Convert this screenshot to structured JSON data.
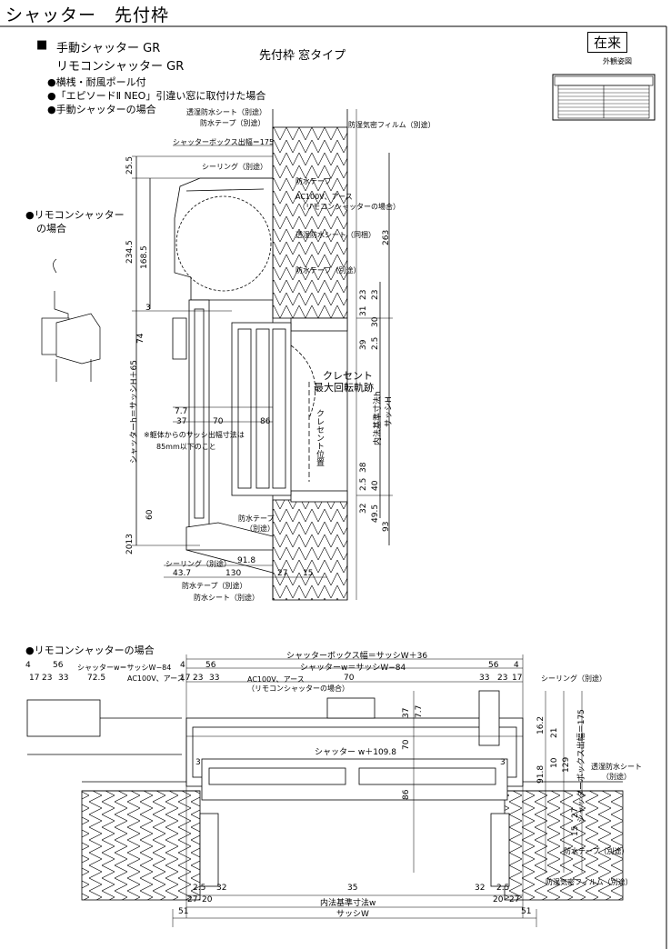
{
  "header": {
    "title": "シャッター　先付枠",
    "badge": "在来",
    "exterior_label": "外観姿図",
    "product_line1": "手動シャッター GR",
    "product_line2": "リモコンシャッター GR",
    "type_label": "先付枠 窓タイプ",
    "bullets": [
      "●横桟・耐風ポール付",
      "●「エピソードⅡ NEO」引違い窓に取付けた場合",
      "●手動シャッターの場合"
    ],
    "remote_label_line1": "●リモコンシャッター",
    "remote_label_line2": "の場合"
  },
  "section": {
    "callouts": [
      "透湿防水シート（別途）",
      "防水テープ（別途）",
      "シャッターボックス出幅＝175",
      "防湿気密フィルム（別途）",
      "シーリング（別途）",
      "防水テープ",
      "AC100V、アース",
      "（リモコンシャッターの場合）",
      "透湿防水シート（同梱）",
      "防水テープ（別途）",
      "クレセント",
      "最大回転軌跡",
      "クレセント位置",
      "※躯体からのサッシ出幅寸法は",
      "85mm以下のこと",
      "防水テープ",
      "（別途）",
      "シーリング（別途）",
      "防水テープ（別途）",
      "防水シート（別途）"
    ],
    "dims_left": [
      "25.5",
      "234.5",
      "168.5",
      "3",
      "74",
      "60",
      "2013"
    ],
    "dims_left_rot": [
      "シャッターh＝サッシH＋65"
    ],
    "dims_inner": [
      "7.7",
      "37",
      "70",
      "86"
    ],
    "dims_bottom": [
      "91.8",
      "43.7",
      "130",
      "27",
      "15"
    ],
    "dims_right": [
      "263",
      "23",
      "31",
      "23",
      "30",
      "39",
      "2.5",
      "38",
      "2.5",
      "40",
      "32",
      "49.5",
      "93"
    ],
    "dims_right_rot": [
      "内法基準寸法h",
      "サッシH"
    ]
  },
  "plan": {
    "label": "●リモコンシャッターの場合",
    "top_dims": [
      "シャッターボックス幅＝サッシW＋36",
      "4",
      "56",
      "4",
      "56",
      "シャッターw＝サッシW−84",
      "56",
      "4",
      "17",
      "23",
      "33",
      "72.5",
      "シャッターw＝サッシW−84",
      "AC100V、アース",
      "17",
      "23",
      "33",
      "70",
      "33",
      "23",
      "17"
    ],
    "small_labels": [
      "AC100V、アース",
      "（リモコンシャッターの場合）",
      "シーリング（別途）",
      "シャッター w＋109.8",
      "透湿防水シート",
      "（別途）",
      "防水テープ（別途）",
      "防湿気密フィルム（別途）"
    ],
    "vert_dims": [
      "37",
      "7.7",
      "70",
      "16.2",
      "21",
      "91.8",
      "10",
      "129",
      "86",
      "27",
      "15",
      "3",
      "3"
    ],
    "vert_label": "シャッターボックス出幅＝175",
    "bottom_dims": [
      "2.5",
      "32",
      "35",
      "32",
      "2.5",
      "27",
      "20",
      "20",
      "27",
      "内法基準寸法w",
      "51",
      "サッシW",
      "51"
    ]
  },
  "colors": {
    "line": "#000000",
    "insulation": "#000000"
  }
}
